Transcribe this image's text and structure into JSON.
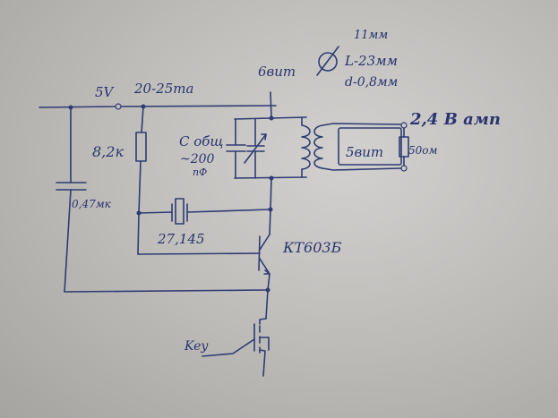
{
  "labels": {
    "supply_voltage": "5V",
    "supply_current": "20-25ma",
    "resistor_value": "8,2к",
    "bypass_cap": "0,47мк",
    "cap_label_line1": "С общ",
    "cap_label_line2": "~200",
    "cap_label_line3": "пФ",
    "crystal_freq": "27,145",
    "transistor": "КТ603Б",
    "key_input": "Key",
    "primary_turns": "6вит",
    "coil_diameter": "11мм",
    "coil_length": "L-23мм",
    "wire_diameter": "d-0,8мм",
    "secondary_turns": "5вит",
    "load_resistor": "50ом",
    "output_voltage": "2,4 В амп"
  }
}
